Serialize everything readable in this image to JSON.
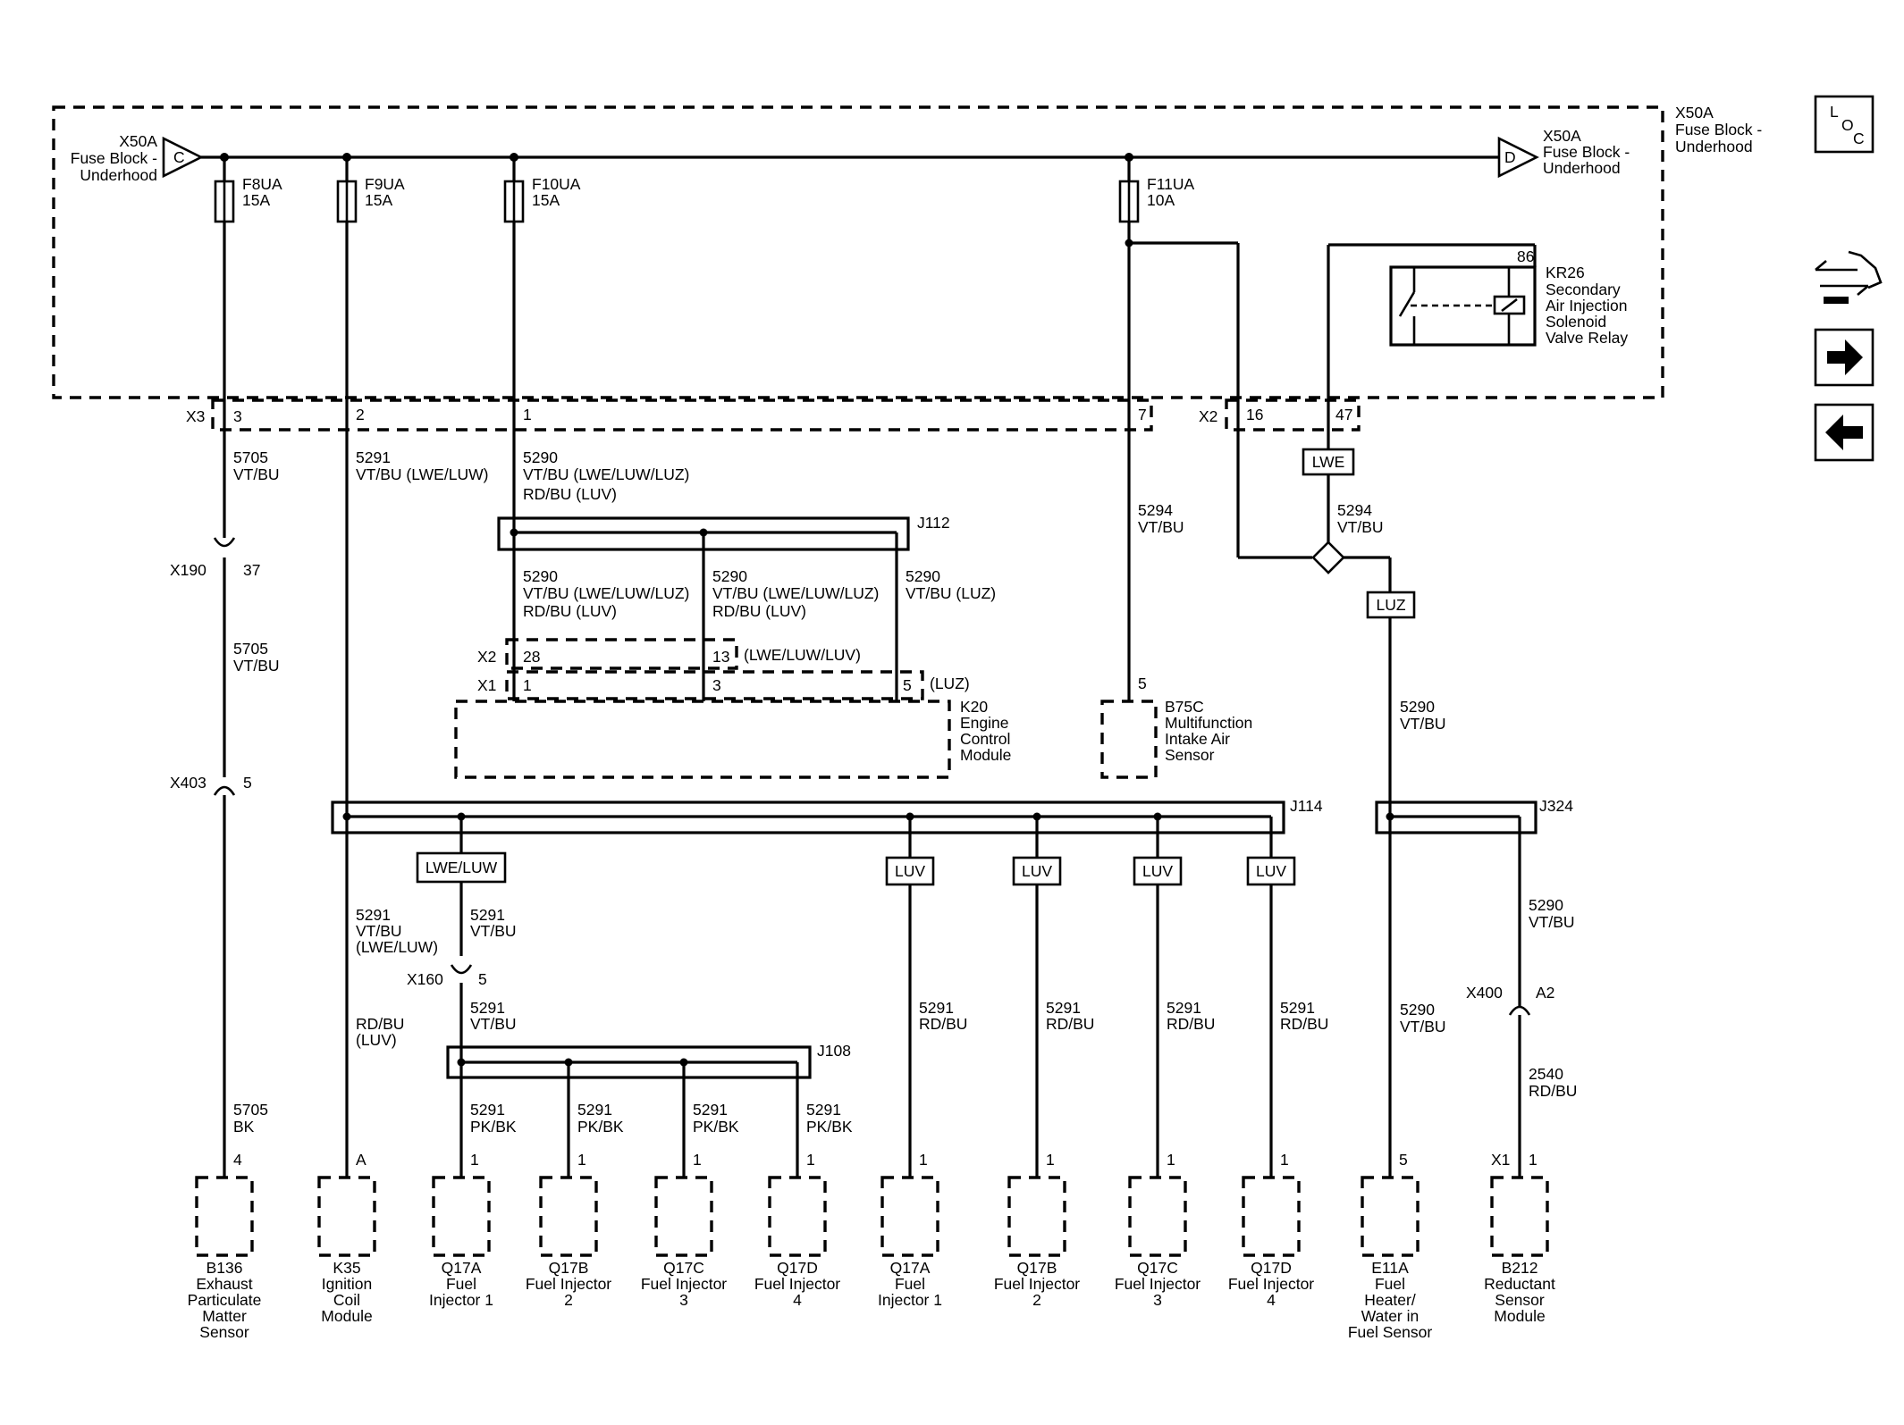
{
  "fuse_block": {
    "left_label": [
      "X50A",
      "Fuse Block -",
      "Underhood"
    ],
    "left_connector": "C",
    "right_label": [
      "X50A",
      "Fuse Block -",
      "Underhood"
    ],
    "right_connector": "D",
    "corner_label": [
      "X50A",
      "Fuse Block -",
      "Underhood"
    ],
    "fuses": [
      {
        "name": "F8UA",
        "rating": "15A"
      },
      {
        "name": "F9UA",
        "rating": "15A"
      },
      {
        "name": "F10UA",
        "rating": "15A"
      },
      {
        "name": "F11UA",
        "rating": "10A"
      }
    ],
    "relay": {
      "pin": "86",
      "label": [
        "KR26",
        "Secondary",
        "Air Injection",
        "Solenoid",
        "Valve Relay"
      ]
    }
  },
  "connectors": {
    "x3": {
      "name": "X3",
      "pins": [
        "3",
        "2",
        "1",
        "7"
      ]
    },
    "x2": {
      "name": "X2",
      "pins": [
        "16",
        "47"
      ]
    },
    "x190": {
      "name": "X190",
      "pin": "37"
    },
    "x403": {
      "name": "X403",
      "pin": "5"
    },
    "x160": {
      "name": "X160",
      "pin": "5"
    },
    "x400": {
      "name": "X400",
      "pin": "A2"
    },
    "k20_x2": {
      "name": "X2",
      "pins": [
        "28",
        "13"
      ],
      "note": "(LWE/LUW/LUV)"
    },
    "k20_x1": {
      "name": "X1",
      "pins": [
        "1",
        "3",
        "5"
      ],
      "note": "(LUZ)"
    }
  },
  "splices": [
    "J112",
    "J114",
    "J108",
    "J324"
  ],
  "options": [
    "LWE",
    "LUZ",
    "LWE/LUW",
    "LUV",
    "LUV",
    "LUV",
    "LUV"
  ],
  "wires": {
    "w5705a": [
      "5705",
      "VT/BU"
    ],
    "w5291a": [
      "5291",
      "VT/BU  (LWE/LUW)"
    ],
    "w5290a": [
      "5290",
      "VT/BU (LWE/LUW/LUZ)",
      "RD/BU (LUV)"
    ],
    "w5294a": [
      "5294",
      "VT/BU"
    ],
    "w5294b": [
      "5294",
      "VT/BU"
    ],
    "w5290b": [
      "5290",
      "VT/BU (LWE/LUW/LUZ)",
      "RD/BU (LUV)"
    ],
    "w5290c": [
      "5290",
      "VT/BU  (LWE/LUW/LUZ)",
      "RD/BU (LUV)"
    ],
    "w5290d": [
      "5290",
      "VT/BU  (LUZ)"
    ],
    "w5705b": [
      "5705",
      "VT/BU"
    ],
    "w5290e": [
      "5290",
      "VT/BU"
    ],
    "w5291b": [
      "5291",
      "VT/BU",
      "(LWE/LUW)"
    ],
    "w5291c": [
      "5291",
      "VT/BU"
    ],
    "w5291d": [
      "5291",
      "VT/BU"
    ],
    "w5291rd": [
      "RD/BU",
      "(LUV)"
    ],
    "w5290f": [
      "5290",
      "VT/BU"
    ],
    "w5291pk1": [
      "5291",
      "PK/BK"
    ],
    "w5291pk2": [
      "5291",
      "PK/BK"
    ],
    "w5291pk3": [
      "5291",
      "PK/BK"
    ],
    "w5291pk4": [
      "5291",
      "PK/BK"
    ],
    "w5291r1": [
      "5291",
      "RD/BU"
    ],
    "w5291r2": [
      "5291",
      "RD/BU"
    ],
    "w5291r3": [
      "5291",
      "RD/BU"
    ],
    "w5291r4": [
      "5291",
      "RD/BU"
    ],
    "w5290g": [
      "5290",
      "VT/BU"
    ],
    "w2540": [
      "2540",
      "RD/BU"
    ],
    "w5705c": [
      "5705",
      "BK"
    ]
  },
  "modules": {
    "k20": {
      "label": [
        "K20",
        "Engine",
        "Control",
        "Module"
      ]
    },
    "b75c": {
      "pin": "5",
      "label": [
        "B75C",
        "Multifunction",
        "Intake Air",
        "Sensor"
      ]
    }
  },
  "components": [
    {
      "pin": "4",
      "label": [
        "B136",
        "Exhaust",
        "Particulate",
        "Matter",
        "Sensor"
      ]
    },
    {
      "pin": "A",
      "label": [
        "K35",
        "Ignition",
        "Coil",
        "Module"
      ]
    },
    {
      "pin": "1",
      "label": [
        "Q17A",
        "Fuel",
        "Injector 1"
      ]
    },
    {
      "pin": "1",
      "label": [
        "Q17B",
        "Fuel Injector",
        "2"
      ]
    },
    {
      "pin": "1",
      "label": [
        "Q17C",
        "Fuel Injector",
        "3"
      ]
    },
    {
      "pin": "1",
      "label": [
        "Q17D",
        "Fuel Injector",
        "4"
      ]
    },
    {
      "pin": "1",
      "label": [
        "Q17A",
        "Fuel",
        "Injector 1"
      ]
    },
    {
      "pin": "1",
      "label": [
        "Q17B",
        "Fuel Injector",
        "2"
      ]
    },
    {
      "pin": "1",
      "label": [
        "Q17C",
        "Fuel Injector",
        "3"
      ]
    },
    {
      "pin": "1",
      "label": [
        "Q17D",
        "Fuel Injector",
        "4"
      ]
    },
    {
      "pin": "5",
      "label": [
        "E11A",
        "Fuel",
        "Heater/",
        "Water in",
        "Fuel Sensor"
      ]
    },
    {
      "pin": "1",
      "connector": "X1",
      "label": [
        "B212",
        "Reductant",
        "Sensor",
        "Module"
      ]
    }
  ],
  "nav": {
    "loc_letters": [
      "L",
      "O",
      "C"
    ],
    "icons": [
      "connector-view-icon",
      "next-arrow-icon",
      "previous-arrow-icon"
    ]
  }
}
